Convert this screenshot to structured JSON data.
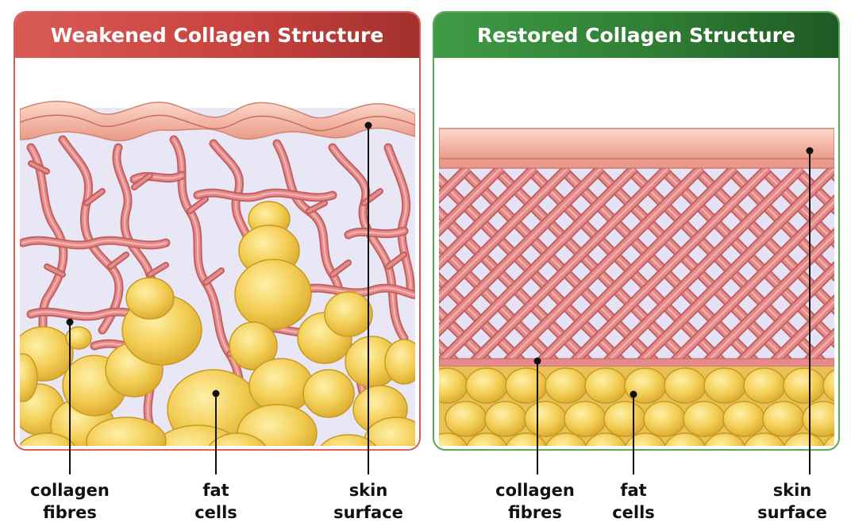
{
  "left_panel": {
    "title": "Weakened Collagen Structure",
    "labels": {
      "collagen": [
        "collagen",
        "fibres"
      ],
      "fat": [
        "fat",
        "cells"
      ],
      "skin": [
        "skin",
        "surface"
      ]
    }
  },
  "right_panel": {
    "title": "Restored Collagen Structure",
    "labels": {
      "collagen": [
        "collagen",
        "fibres"
      ],
      "fat": [
        "fat",
        "cells"
      ],
      "skin": [
        "skin",
        "surface"
      ]
    }
  },
  "colors": {
    "left_accent": "#c9433f",
    "right_accent": "#2f7e34",
    "fibre": "#e58b8b",
    "fibre_dark": "#c2605f",
    "fat": "#f3cf57",
    "fat_dark": "#c79a22",
    "matrix": "#e9e6f6",
    "skin": "#f4b8a6"
  }
}
